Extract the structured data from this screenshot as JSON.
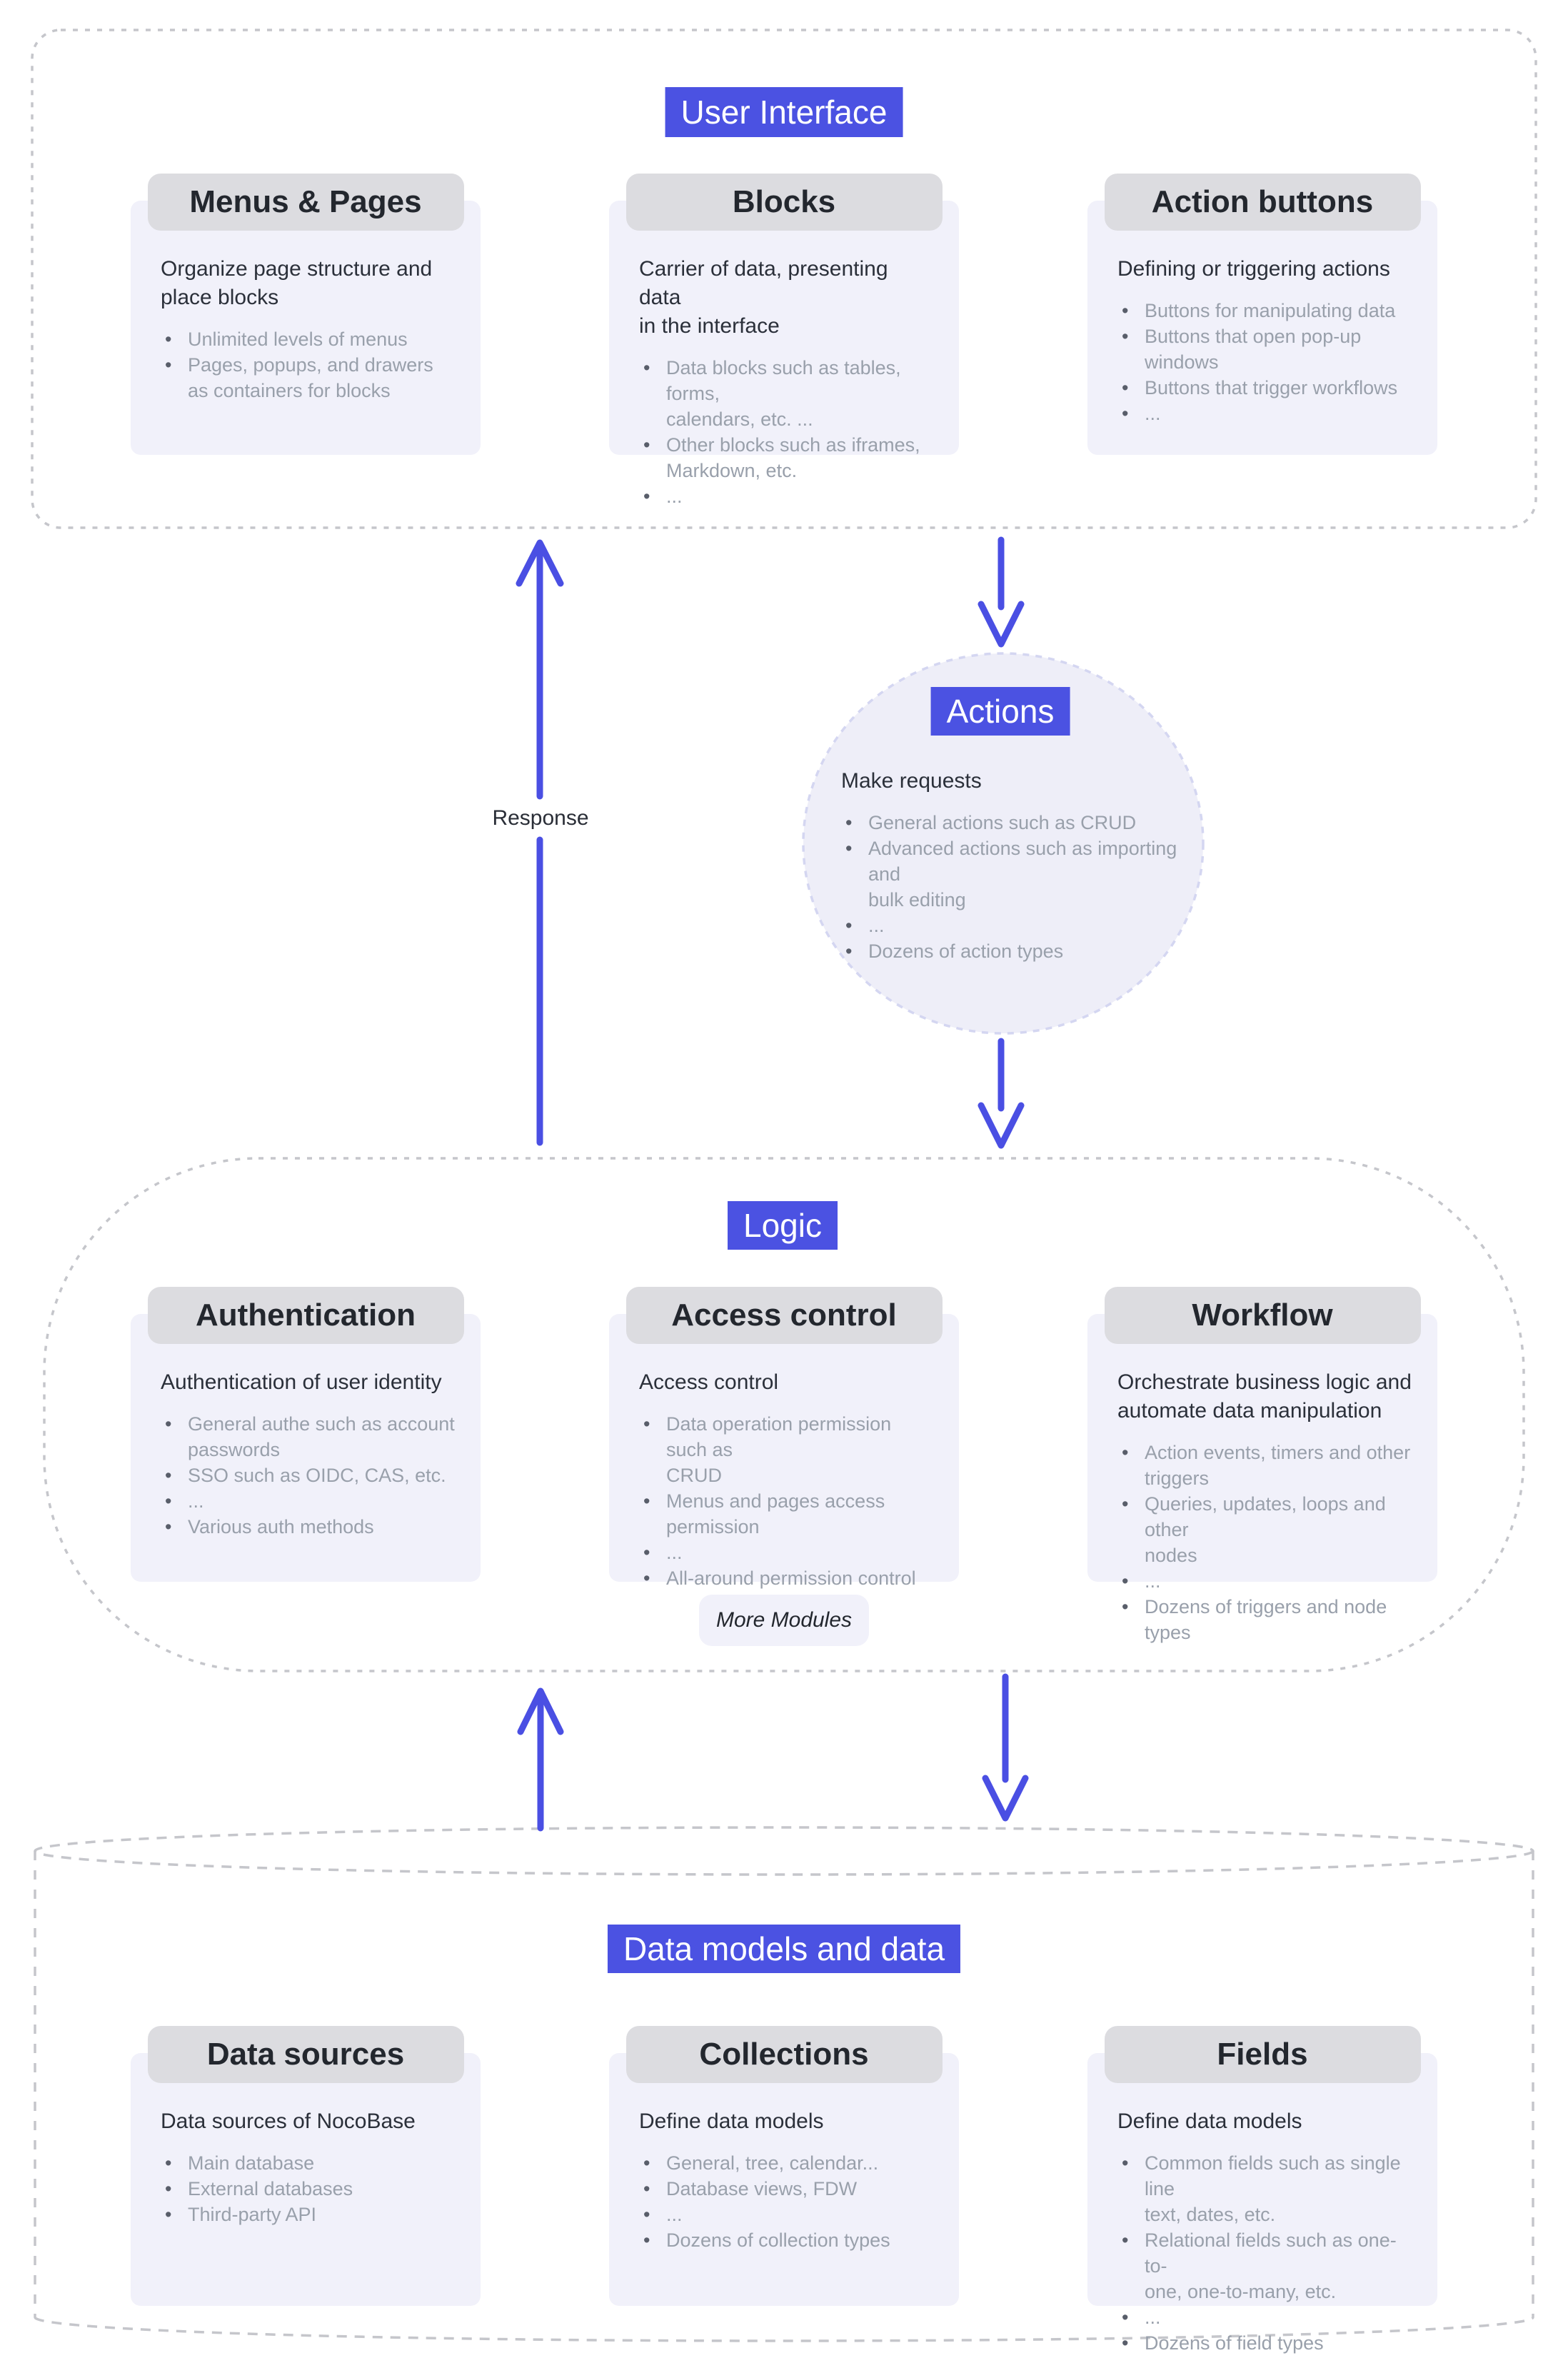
{
  "colors": {
    "accent": "#4B52E2",
    "arrow": "#4A4FE3",
    "dash": "#C5C6CB",
    "circle_dash": "#D4D6F1",
    "header_bg": "#DCDCE0",
    "card_bg": "#F1F1FA",
    "bullet": "#99A0AB",
    "heading": "#23272E",
    "desc": "#2B303A"
  },
  "sections": {
    "ui": {
      "title": "User Interface",
      "cards": [
        {
          "title": "Menus & Pages",
          "desc": "Organize page structure and\nplace blocks",
          "bullets": [
            "Unlimited levels of menus",
            "Pages, popups, and drawers\nas containers for blocks"
          ]
        },
        {
          "title": "Blocks",
          "desc": "Carrier of data, presenting data\nin the interface",
          "bullets": [
            "Data blocks such as tables, forms,\ncalendars, etc. ...",
            "Other blocks such as iframes,\nMarkdown, etc.",
            "..."
          ]
        },
        {
          "title": "Action buttons",
          "desc": "Defining or triggering actions",
          "bullets": [
            "Buttons for manipulating data",
            "Buttons that open pop-up windows",
            "Buttons that trigger workflows",
            "..."
          ]
        }
      ]
    },
    "actions": {
      "title": "Actions",
      "desc": "Make requests",
      "bullets": [
        "General actions such as CRUD",
        "Advanced actions such as importing and\nbulk editing",
        "...",
        "Dozens of action types"
      ]
    },
    "response_label": "Response",
    "logic": {
      "title": "Logic",
      "more_label": "More Modules",
      "cards": [
        {
          "title": "Authentication",
          "desc": "Authentication of user identity",
          "bullets": [
            "General authe such as account\npasswords",
            "SSO such as OIDC, CAS, etc.",
            "...",
            "Various auth methods"
          ]
        },
        {
          "title": "Access control",
          "desc": "Access control",
          "bullets": [
            "Data operation permission such as\nCRUD",
            "Menus and pages access permission",
            "...",
            "All-around permission control"
          ]
        },
        {
          "title": "Workflow",
          "desc": "Orchestrate business logic and\nautomate data manipulation",
          "bullets": [
            "Action events, timers and other\ntriggers",
            "Queries, updates, loops and other\nnodes",
            "...",
            "Dozens of triggers and node types"
          ]
        }
      ]
    },
    "data": {
      "title": "Data models and data",
      "cards": [
        {
          "title": "Data sources",
          "desc": "Data sources of NocoBase",
          "bullets": [
            "Main database",
            "External databases",
            "Third-party API"
          ]
        },
        {
          "title": "Collections",
          "desc": "Define data models",
          "bullets": [
            "General, tree, calendar...",
            "Database views, FDW",
            "...",
            "Dozens of collection types"
          ]
        },
        {
          "title": "Fields",
          "desc": "Define data models",
          "bullets": [
            "Common fields such as single line\ntext, dates, etc.",
            "Relational fields such as one-to-\none, one-to-many, etc.",
            "...",
            "Dozens of field types"
          ]
        }
      ]
    }
  }
}
